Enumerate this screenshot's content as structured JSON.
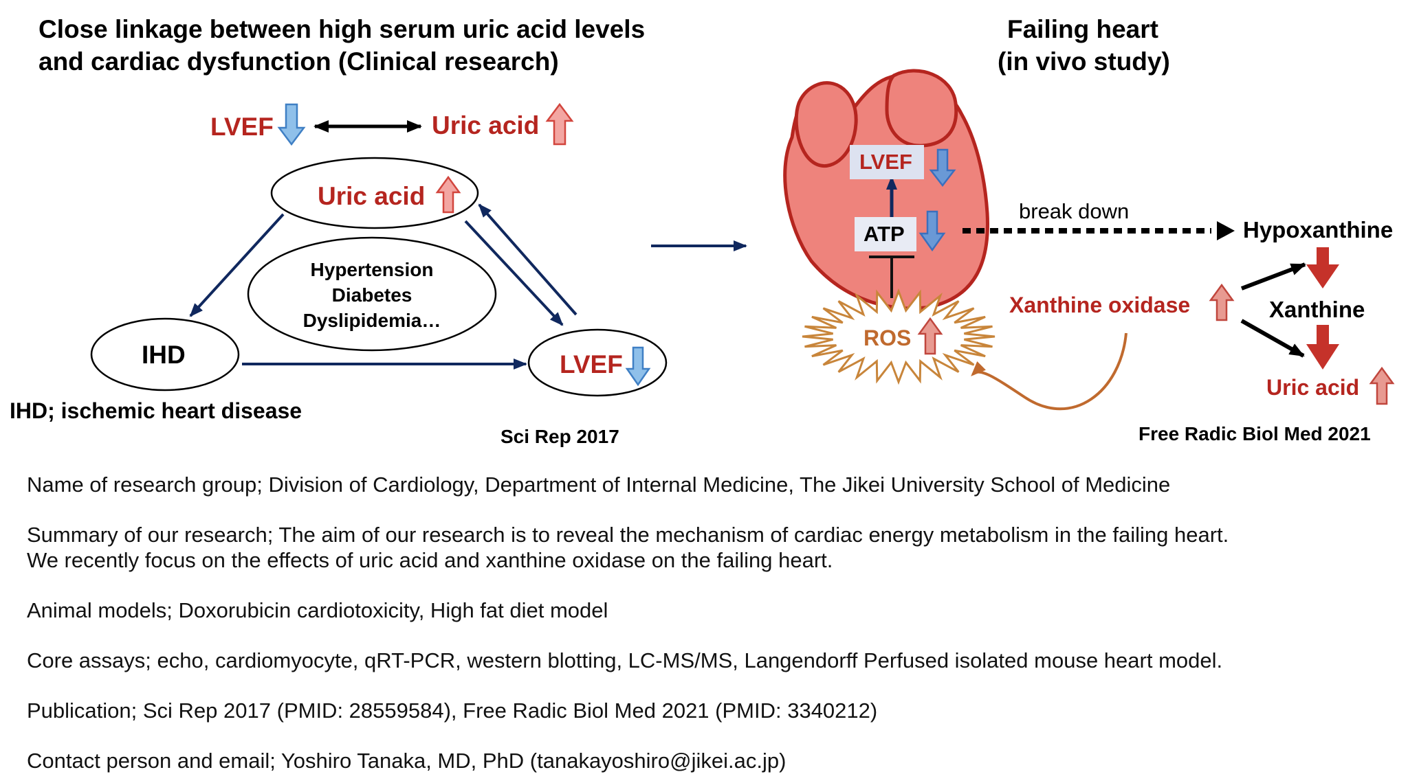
{
  "left_panel": {
    "title_line1": "Close linkage between high serum uric acid levels",
    "title_line2": "and cardiac dysfunction (Clinical research)",
    "top_relation": {
      "lvef": "LVEF",
      "uric_acid": "Uric acid"
    },
    "node_uric_acid": "Uric acid",
    "node_risk_factors": [
      "Hypertension",
      "Diabetes",
      "Dyslipidemia…"
    ],
    "node_ihd": "IHD",
    "node_lvef": "LVEF",
    "ihd_definition": "IHD; ischemic heart disease",
    "reference": "Sci Rep 2017"
  },
  "right_panel": {
    "title_line1": "Failing heart",
    "title_line2": "(in vivo study)",
    "heart_lvef": "LVEF",
    "heart_atp": "ATP",
    "ros": "ROS",
    "break_down": "break down",
    "hypoxanthine": "Hypoxanthine",
    "xanthine_oxidase": "Xanthine oxidase",
    "xanthine": "Xanthine",
    "uric_acid": "Uric acid",
    "reference": "Free Radic Biol Med 2021"
  },
  "text_block": {
    "research_group": "Name of research group; Division of Cardiology, Department of Internal Medicine, The Jikei University School of Medicine",
    "summary_line1": "Summary of our research; The aim of our research is to reveal the mechanism of cardiac energy metabolism in the failing heart.",
    "summary_line2": "We recently focus on the effects of uric acid and xanthine oxidase on the failing heart.",
    "animal_models": "Animal models; Doxorubicin cardiotoxicity, High fat diet model",
    "core_assays": "Core assays; echo, cardiomyocyte, qRT-PCR, western blotting, LC-MS/MS, Langendorff Perfused isolated mouse heart model.",
    "publication": "Publication; Sci Rep 2017 (PMID: 28559584), Free Radic Biol Med 2021 (PMID: 3340212)",
    "contact": "Contact person and email; Yoshiro Tanaka, MD, PhD (tanakayoshiro@jikei.ac.jp)"
  },
  "colors": {
    "red_text": "#b5251f",
    "navy_arrow": "#10285e",
    "heart_fill": "#ee837c",
    "heart_stroke": "#b5251f",
    "ros_stroke": "#c8853a",
    "up_arrow_fill": "#f3a6a2",
    "down_arrow_fill": "#8fc0ea"
  }
}
